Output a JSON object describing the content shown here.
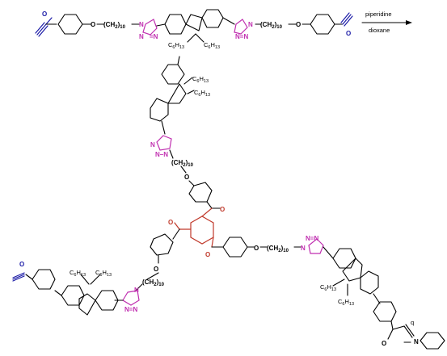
{
  "reagents": {
    "base": "piperidine",
    "solvent": "dioxane"
  },
  "labels": {
    "chain_ch2": "(CH",
    "chain_sub2": "2",
    "chain_n": "10",
    "hexyl": "C",
    "hexyl_sub": "6",
    "hexyl_h": "H",
    "hexyl_hsub": "13",
    "oxygen": "O",
    "nitrogen": "N",
    "n_eq": "N",
    "q_label": "q"
  },
  "colors": {
    "alkyne_end": "#1a1aa6",
    "triazole": "#c02fb0",
    "benzene_core": "#c0392b",
    "bond": "#000000"
  }
}
